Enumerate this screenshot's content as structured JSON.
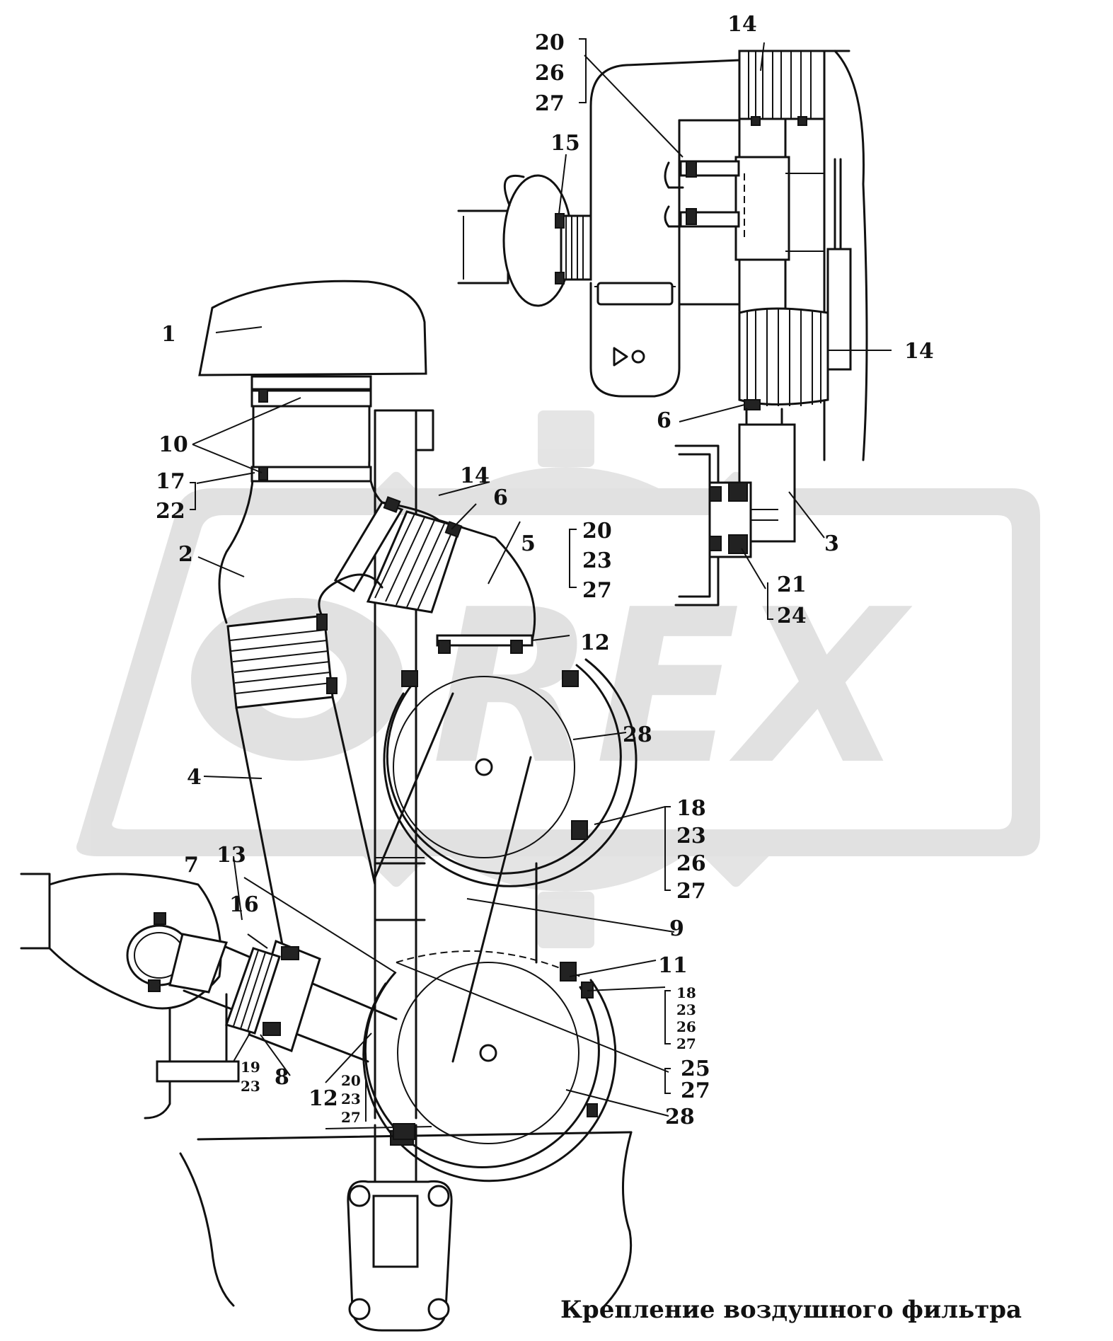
{
  "caption": "Крепление воздушного фильтра",
  "watermark": "REX",
  "callouts": {
    "c1": "1",
    "c2": "2",
    "c3": "3",
    "c4": "4",
    "c5": "5",
    "c6a": "6",
    "c6b": "6",
    "c7": "7",
    "c8": "8",
    "c9": "9",
    "c10": "10",
    "c11": "11",
    "c12a": "12",
    "c12b": "12",
    "c13": "13",
    "c14a": "14",
    "c14b": "14",
    "c14c": "14",
    "c15": "15",
    "c16": "16",
    "c25": "25",
    "c27e": "27",
    "c28a": "28",
    "c28b": "28"
  },
  "groups": {
    "top_right": [
      "20",
      "26",
      "27"
    ],
    "left_17_22": [
      "17",
      "22"
    ],
    "mid_20_23_27": [
      "20",
      "23",
      "27"
    ],
    "bracket_21_24": [
      "21",
      "24"
    ],
    "right_18_23_26_27": [
      "18",
      "23",
      "26",
      "27"
    ],
    "right_small_18_23_26_27": [
      "18",
      "23",
      "26",
      "27"
    ],
    "bottom_19_23": [
      "19",
      "23"
    ],
    "bottom_20_23_27": [
      "20",
      "23",
      "27"
    ]
  }
}
